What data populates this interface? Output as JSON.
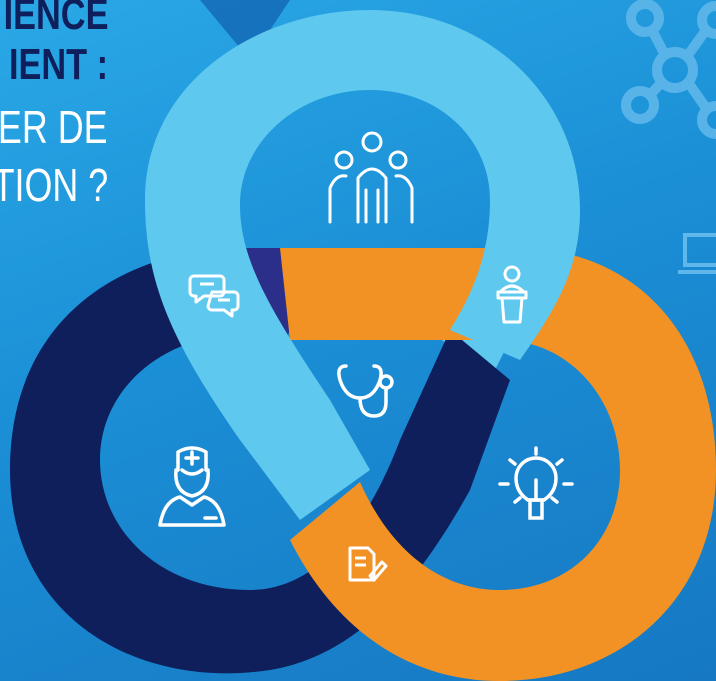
{
  "title": {
    "line1": "IENCE",
    "line2": "IENT :",
    "line3": "ER DE",
    "line4": "TION ?"
  },
  "colors": {
    "background": "#1b8fd6",
    "light_loop": "#5ec8ef",
    "orange_loop": "#f39224",
    "navy_loop": "#0e1f5c",
    "title_bold": "#0e1f5c",
    "icon_stroke": "#ffffff"
  },
  "icons": [
    "group-people-icon",
    "chat-bubbles-icon",
    "speaker-podium-icon",
    "stethoscope-icon",
    "nurse-icon",
    "lightbulb-icon",
    "document-edit-icon",
    "network-icon",
    "laptop-icon"
  ]
}
